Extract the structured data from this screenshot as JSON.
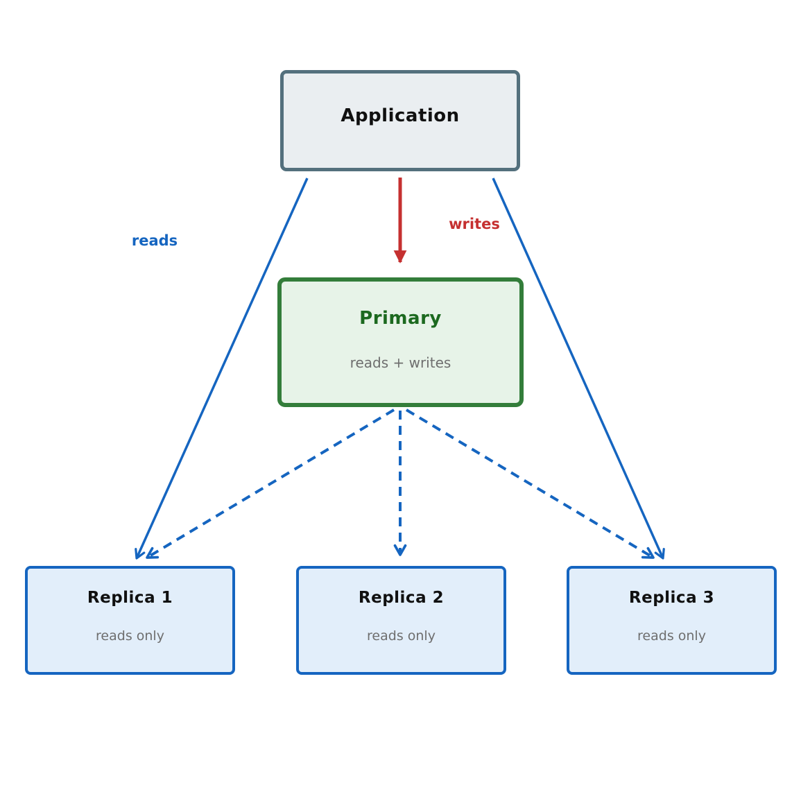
{
  "diagram": {
    "type": "architecture-diagram",
    "nodes": {
      "application": {
        "label": "Application"
      },
      "primary": {
        "label": "Primary",
        "sublabel": "reads + writes"
      },
      "replica1": {
        "label": "Replica 1",
        "sublabel": "reads only"
      },
      "replica2": {
        "label": "Replica 2",
        "sublabel": "reads only"
      },
      "replica3": {
        "label": "Replica 3",
        "sublabel": "reads only"
      }
    },
    "edge_labels": {
      "reads": "reads",
      "writes": "writes"
    },
    "edges": [
      {
        "from": "application",
        "to": "primary",
        "label": "writes",
        "style": "solid",
        "color": "red"
      },
      {
        "from": "application",
        "to": "replica1",
        "label": "reads",
        "style": "solid",
        "color": "blue"
      },
      {
        "from": "application",
        "to": "replica3",
        "label": "reads",
        "style": "solid",
        "color": "blue"
      },
      {
        "from": "primary",
        "to": "replica1",
        "label": "",
        "style": "dashed",
        "color": "blue"
      },
      {
        "from": "primary",
        "to": "replica2",
        "label": "",
        "style": "dashed",
        "color": "blue"
      },
      {
        "from": "primary",
        "to": "replica3",
        "label": "",
        "style": "dashed",
        "color": "blue"
      }
    ],
    "colors": {
      "app_fill": "#eaeef1",
      "app_border": "#54707d",
      "primary_fill": "#e7f3e8",
      "primary_border": "#337d3a",
      "primary_title": "#1c691f",
      "replica_fill": "#e2eefa",
      "replica_border": "#1565c0",
      "blue": "#1565c0",
      "red": "#c53030",
      "subtext": "#6e6e6e",
      "title_text": "#101010",
      "background": "#ffffff"
    }
  }
}
